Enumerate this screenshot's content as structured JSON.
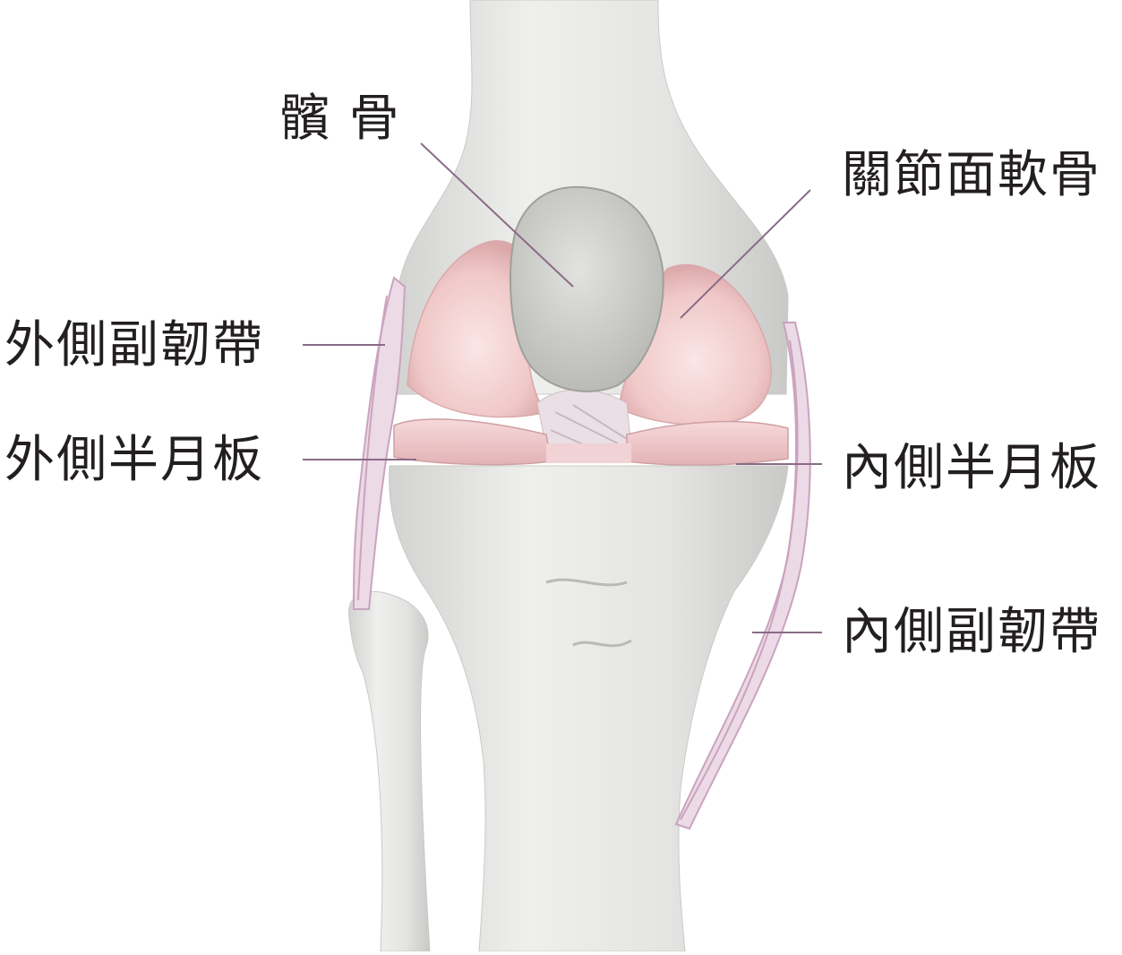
{
  "labels": {
    "patella": "髕 骨",
    "articular_cartilage": "關節面軟骨",
    "lateral_collateral_ligament": "外側副韌帶",
    "lateral_meniscus": "外側半月板",
    "medial_meniscus": "內側半月板",
    "medial_collateral_ligament": "內側副韌帶"
  },
  "colors": {
    "bone": "#e6e6e4",
    "bone_shadow": "#c4c4c2",
    "cartilage": "#f2cccc",
    "ligament": "#caa3bf",
    "leader_line": "#8a6b87",
    "text": "#231f20"
  }
}
